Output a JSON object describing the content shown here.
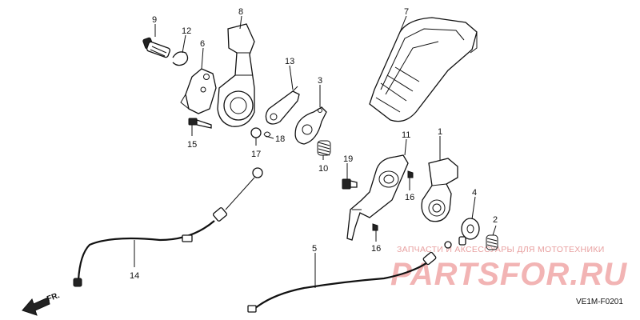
{
  "diagram": {
    "figure_code": "VE1M-F0201",
    "direction_label": "FR.",
    "watermark": {
      "caption": "ЗАПЧАСТИ И АКСЕССУАРЫ ДЛЯ МОТОТЕХНИКИ",
      "logo_text": "PARTSFOR.RU"
    },
    "callouts": [
      "1",
      "2",
      "3",
      "4",
      "5",
      "6",
      "7",
      "8",
      "9",
      "10",
      "11",
      "12",
      "13",
      "14",
      "15",
      "16",
      "16",
      "17",
      "18",
      "19"
    ]
  }
}
